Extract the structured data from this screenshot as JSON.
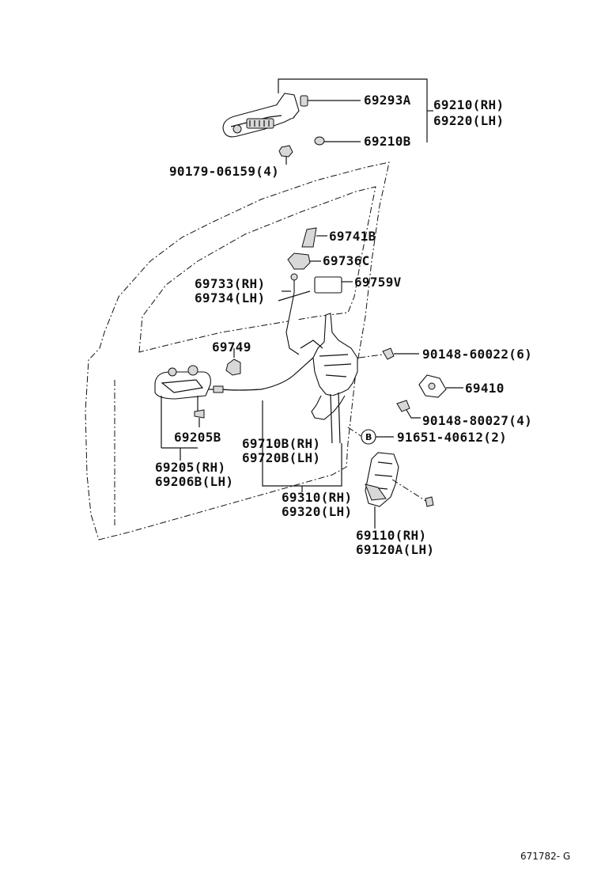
{
  "diagram": {
    "labels": {
      "l69293A": "69293A",
      "l69210RH": "69210(RH)",
      "l69220LH": "69220(LH)",
      "l69210B": "69210B",
      "l90179": "90179-06159(4)",
      "l69741B": "69741B",
      "l69736C": "69736C",
      "l69733RH": "69733(RH)",
      "l69734LH": "69734(LH)",
      "l69759V": "69759V",
      "l69749": "69749",
      "l90148a": "90148-60022(6)",
      "l69410": "69410",
      "l90148b": "90148-80027(4)",
      "l91651": "91651-40612(2)",
      "l69205B": "69205B",
      "l69710B": "69710B(RH)",
      "l69720B": "69720B(LH)",
      "l69205RH": "69205(RH)",
      "l69206B": "69206B(LH)",
      "l69310RH": "69310(RH)",
      "l69320LH": "69320(LH)",
      "l69110RH": "69110(RH)",
      "l69120A": "69120A(LH)",
      "marker_b": "B"
    },
    "figure_code": "671782- G"
  }
}
